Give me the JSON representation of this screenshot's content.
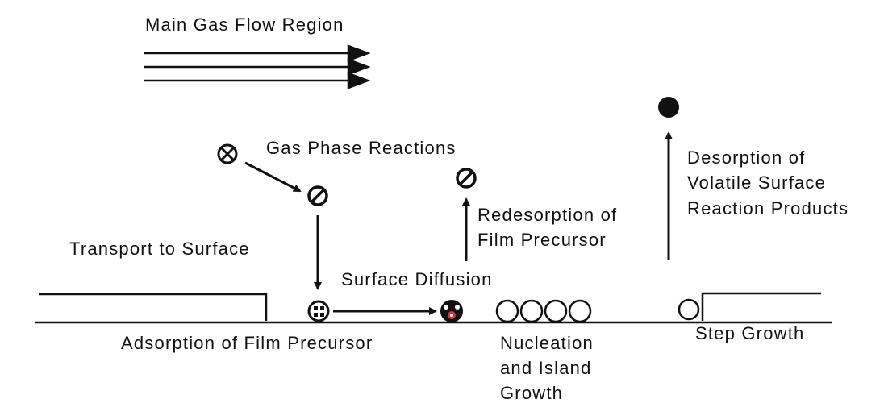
{
  "labels": {
    "main_gas_flow": "Main Gas Flow Region",
    "gas_phase_reactions": "Gas Phase Reactions",
    "transport_to_surface": "Transport to Surface",
    "redesorption_line1": "Redesorption of",
    "redesorption_line2": "Film Precursor",
    "desorption_line1": "Desorption of",
    "desorption_line2": "Volatile Surface",
    "desorption_line3": "Reaction Products",
    "surface_diffusion": "Surface Diffusion",
    "adsorption": "Adsorption of Film Precursor",
    "nucleation_line1": "Nucleation",
    "nucleation_line2": "and Island",
    "nucleation_line3": "Growth",
    "step_growth": "Step Growth"
  },
  "colors": {
    "ink": "#111111",
    "highlight": "#e0303a"
  }
}
